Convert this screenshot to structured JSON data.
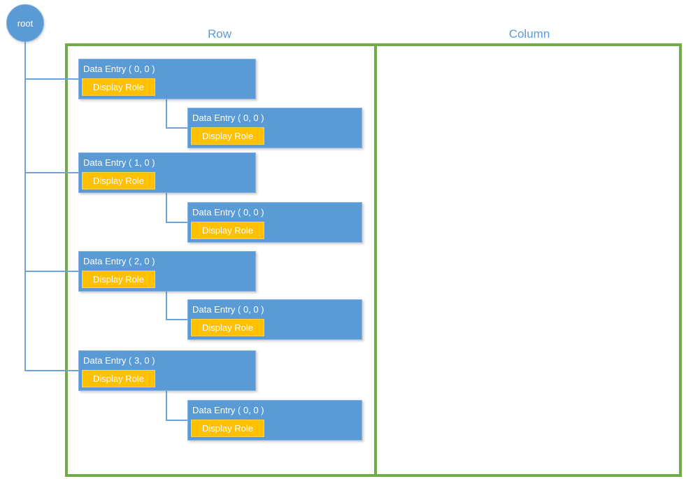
{
  "root_label": "root",
  "headers": {
    "row": "Row",
    "column": "Column"
  },
  "entries": [
    {
      "label": "Data Entry ( 0, 0 )",
      "role": "Display Role",
      "child": {
        "label": "Data Entry ( 0, 0 )",
        "role": "Display Role"
      }
    },
    {
      "label": "Data Entry ( 1, 0 )",
      "role": "Display Role",
      "child": {
        "label": "Data Entry ( 0, 0 )",
        "role": "Display Role"
      }
    },
    {
      "label": "Data Entry ( 2, 0 )",
      "role": "Display Role",
      "child": {
        "label": "Data Entry ( 0, 0 )",
        "role": "Display Role"
      }
    },
    {
      "label": "Data Entry ( 3, 0 )",
      "role": "Display Role",
      "child": {
        "label": "Data Entry ( 0, 0 )",
        "role": "Display Role"
      }
    }
  ],
  "colors": {
    "box_blue": "#5B9BD5",
    "badge_orange": "#FFC000",
    "frame_green": "#70AD47",
    "connector_blue": "#6EA4DB",
    "header_text_blue": "#5B9BD5",
    "box_text": "#FFFFFF"
  }
}
